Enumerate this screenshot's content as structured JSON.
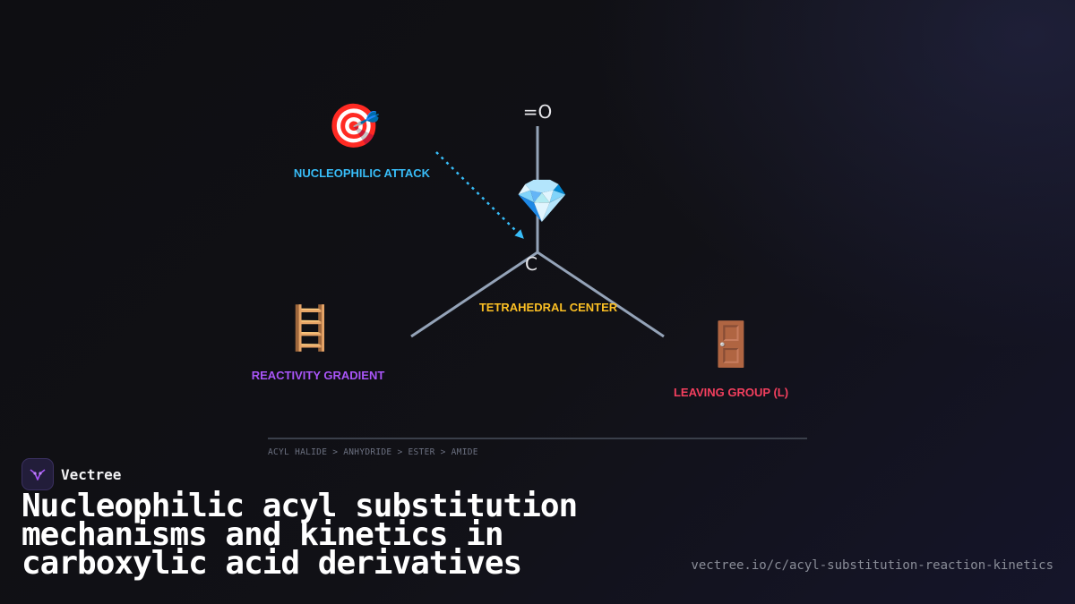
{
  "diagram": {
    "atoms": {
      "oxygen": "=O",
      "carbon": "C"
    },
    "nodes": {
      "nucleophilic_attack": {
        "icon": "dart-target-icon",
        "glyph": "🎯",
        "label": "NUCLEOPHILIC ATTACK",
        "color": "#38bdf8"
      },
      "tetrahedral_center": {
        "icon": "gem-icon",
        "glyph": "💎",
        "label": "TETRAHEDRAL CENTER",
        "color": "#fbbf24"
      },
      "reactivity_gradient": {
        "icon": "ladder-icon",
        "glyph": "🪜",
        "label": "REACTIVITY GRADIENT",
        "color": "#a855f7"
      },
      "leaving_group": {
        "icon": "door-icon",
        "glyph": "🚪",
        "label": "LEAVING GROUP (L)",
        "color": "#f43f5e"
      }
    },
    "reactivity_scale": "ACYL HALIDE > ANHYDRIDE > ESTER > AMIDE",
    "bond_color": "#94a3b8",
    "arrow_color": "#38bdf8"
  },
  "footer": {
    "brand": "Vectree",
    "brand_icon": "vectree-logo-icon",
    "title": "Nucleophilic acyl substitution mechanisms and kinetics in carboxylic acid derivatives",
    "url": "vectree.io/c/acyl-substitution-reaction-kinetics"
  }
}
